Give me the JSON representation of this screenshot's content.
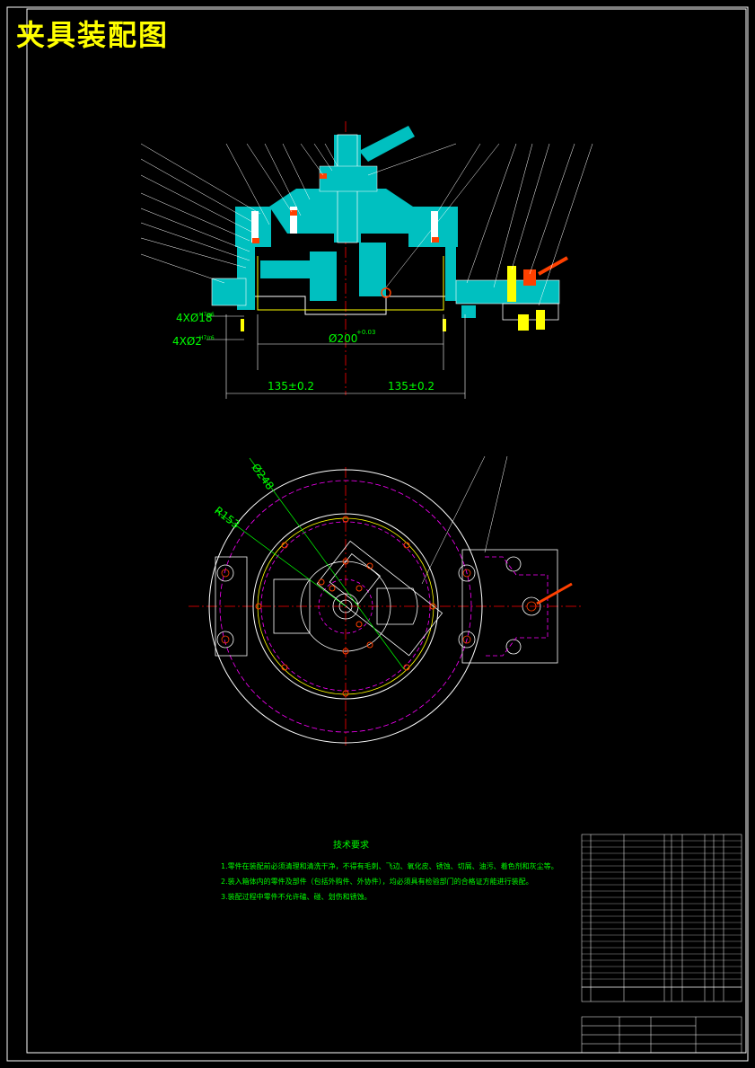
{
  "title": "夹具装配图",
  "dimensions": {
    "hole1": "4XØ18",
    "hole1_tol": "H7/r6",
    "hole2": "4XØ2",
    "hole2_tol": "H7/r6",
    "bore": "Ø200",
    "bore_tol": "+0.03",
    "left_span": "135±0.2",
    "right_span": "135±0.2",
    "diameter": "Ø248",
    "radius": "R153"
  },
  "tech_requirements": {
    "heading": "技术要求",
    "items": [
      "1.零件在装配前必须清理和清洗干净，不得有毛刺、飞边、氧化皮、锈蚀、切屑、油污、着色剂和灰尘等。",
      "2.装入箱体内的零件及部件（包括外购件、外协件），均必须具有检验部门的合格证方能进行装配。",
      "3.装配过程中零件不允许磕、碰、划伤和锈蚀。"
    ]
  },
  "colors": {
    "background": "#000000",
    "outline": "#ffffff",
    "centerline": "#ff0000",
    "section_fill": "#00c0c0",
    "hidden": "#ff00ff",
    "dimension": "#00ff00",
    "title": "#ffff00"
  }
}
